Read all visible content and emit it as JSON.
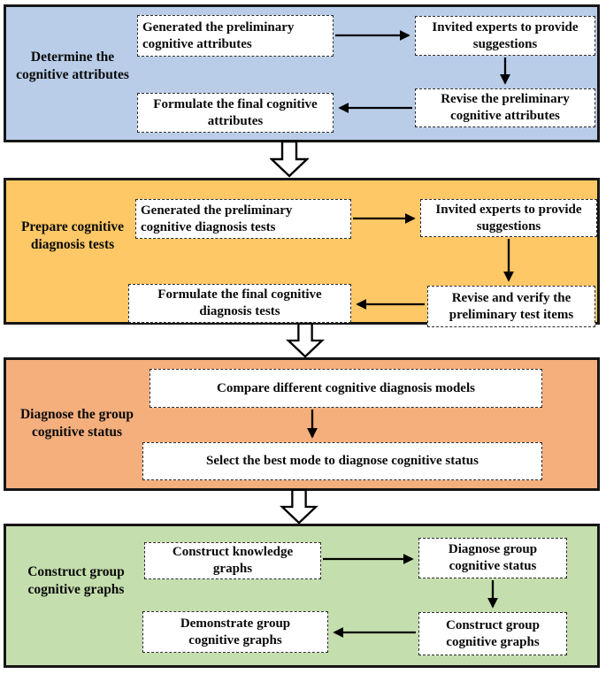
{
  "figure": {
    "type": "flowchart",
    "background": "#FFFFFF",
    "section_border_color": "#161616",
    "box_fill": "#FFFFFF",
    "box_border_color": "#2A2A2A",
    "arrow_color": "#000000",
    "connector_arrow_fill": "#FFFFFF"
  },
  "sections": [
    {
      "name": "determine-cognitive-attributes",
      "fill": "#B9CDE8",
      "label_lines": [
        "Determine the",
        "cognitive attributes"
      ],
      "boxes": [
        {
          "lines": [
            "Generated the preliminary",
            "cognitive attributes"
          ]
        },
        {
          "lines": [
            "Invited experts to provide",
            "suggestions"
          ]
        },
        {
          "lines": [
            "Revise the preliminary",
            "cognitive attributes"
          ]
        },
        {
          "lines": [
            "Formulate the final cognitive",
            "attributes"
          ]
        }
      ]
    },
    {
      "name": "prepare-cognitive-diagnosis-tests",
      "fill": "#FDC865",
      "label_lines": [
        "Prepare cognitive",
        "diagnosis tests"
      ],
      "boxes": [
        {
          "lines": [
            "Generated the preliminary",
            "cognitive diagnosis tests"
          ]
        },
        {
          "lines": [
            "Invited experts to provide",
            "suggestions"
          ]
        },
        {
          "lines": [
            "Revise and verify the",
            "preliminary test items"
          ]
        },
        {
          "lines": [
            "Formulate the final cognitive",
            "diagnosis tests"
          ]
        }
      ]
    },
    {
      "name": "diagnose-group-cognitive-status",
      "fill": "#F4AF7D",
      "label_lines": [
        "Diagnose the group",
        "cognitive status"
      ],
      "boxes": [
        {
          "lines": [
            "Compare different cognitive diagnosis models"
          ]
        },
        {
          "lines": [
            "Select the best mode to diagnose cognitive status"
          ]
        }
      ]
    },
    {
      "name": "construct-group-cognitive-graphs",
      "fill": "#C4DEAD",
      "label_lines": [
        "Construct group",
        "cognitive graphs"
      ],
      "boxes": [
        {
          "lines": [
            "Construct knowledge",
            "graphs"
          ]
        },
        {
          "lines": [
            "Diagnose group",
            "cognitive status"
          ]
        },
        {
          "lines": [
            "Construct group",
            "cognitive graphs"
          ]
        },
        {
          "lines": [
            "Demonstrate group",
            "cognitive graphs"
          ]
        }
      ]
    }
  ]
}
